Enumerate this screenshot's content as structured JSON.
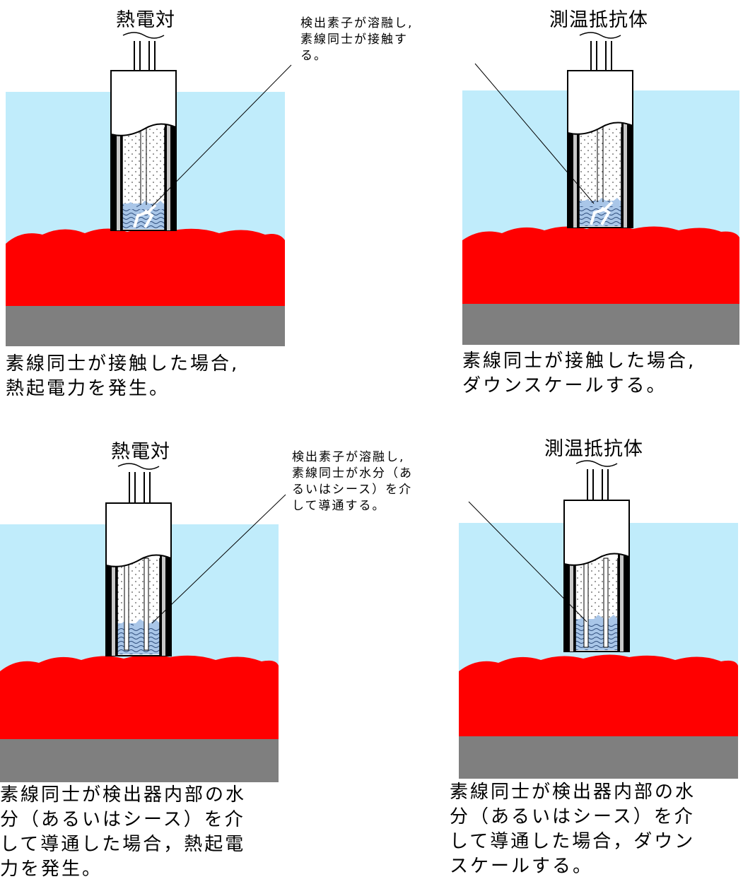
{
  "panels": [
    {
      "title": "熱電対",
      "caption": "素線同士が接触した場合,\n熱起電力を発生。"
    },
    {
      "title": "測温抵抗体",
      "caption": "素線同士が接触した場合,\nダウンスケールする。"
    },
    {
      "title": "熱電対",
      "caption": "素線同士が検出器内部の水\n分（あるいはシース）を介\nして導通した場合，熱起電\n力を発生。"
    },
    {
      "title": "測温抵抗体",
      "caption": "素線同士が検出器内部の水\n分（あるいはシース）を介\nして導通した場合，ダウン\nスケールする。"
    }
  ],
  "notes": {
    "top": "検出素子が溶融し,\n素線同士が接触す\nる。",
    "bottom": "検出素子が溶融し,\n素線同士が水分（あ\nるいはシース）を介\nして導通する。"
  },
  "colors": {
    "water": "#c0ecfb",
    "melt": "#ff0000",
    "base": "#7f7f7f",
    "moisture": "#8fb7e0"
  }
}
